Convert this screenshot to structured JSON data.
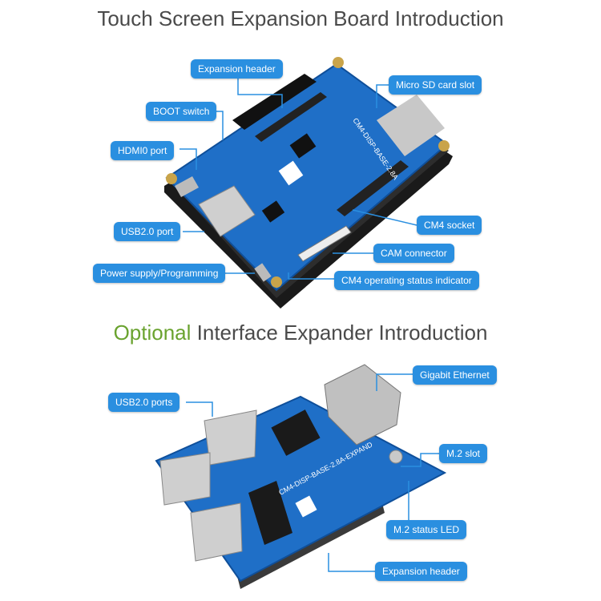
{
  "section1": {
    "title": "Touch Screen Expansion Board Introduction",
    "callouts": {
      "expansion_header": "Expansion header",
      "micro_sd": "Micro SD card slot",
      "boot_switch": "BOOT switch",
      "hdmi0": "HDMI0 port",
      "usb20": "USB2.0 port",
      "cm4_socket": "CM4 socket",
      "cam_connector": "CAM connector",
      "power": "Power supply/Programming",
      "status_indicator": "CM4 operating status indicator"
    },
    "board_marking": "CM4-DISP-BASE-2.8A"
  },
  "section2": {
    "title_optional": "Optional",
    "title_rest": "Interface Expander Introduction",
    "callouts": {
      "gigabit": "Gigabit Ethernet",
      "usb_ports": "USB2.0 ports",
      "m2_slot": "M.2 slot",
      "m2_led": "M.2 status LED",
      "expansion_header": "Expansion header"
    },
    "board_marking": "CM4-DISP-BASE-2.8A-EXPAND"
  },
  "colors": {
    "callout": "#2a8fe0",
    "pcb": "#1f6fc7",
    "title": "#4a4a4a",
    "optional": "#6aa32f"
  }
}
